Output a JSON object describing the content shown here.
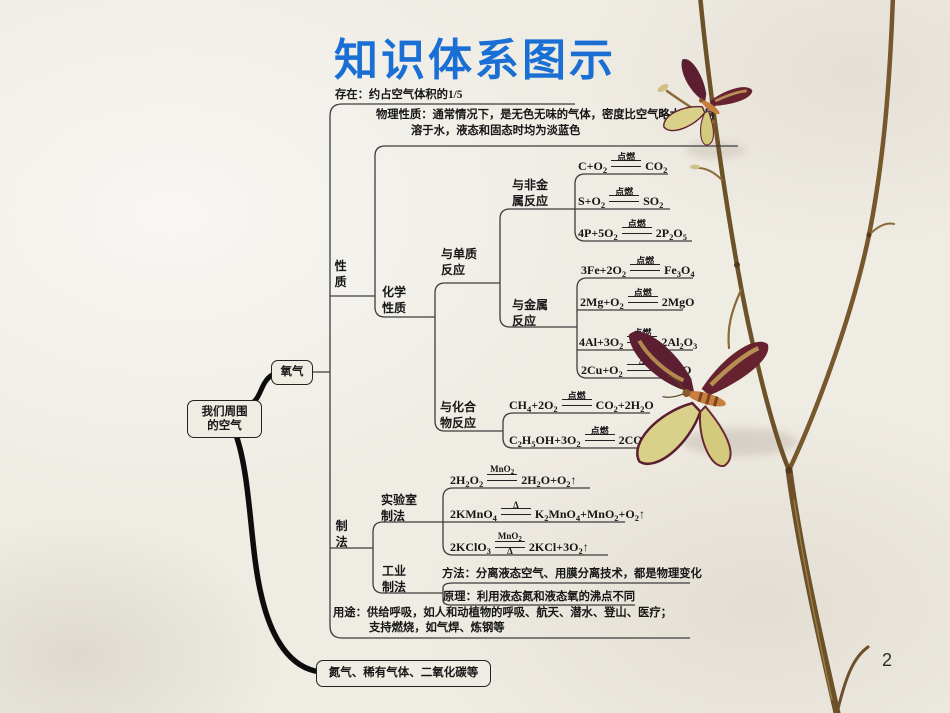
{
  "colors": {
    "title_blue": "#1a6fd4",
    "paper": "#efece4",
    "ink": "#161616",
    "line": "#3c3c3c",
    "branch": "#77572c",
    "wing_dark": "#5c1f31",
    "wing_light": "#d9d189",
    "butterfly_body": "#c87f3e"
  },
  "slide": {
    "title": "知识体系图示",
    "page_number": "2"
  },
  "map": {
    "root": "我们周围的空气",
    "oxygen": "氧气",
    "other_gases": "氮气、稀有气体、二氧化碳等",
    "existence": "存在：约占空气体积的1/5",
    "physical_line1": "物理性质：通常情况下，是无色无味的气体，密度比空气略大，不易",
    "physical_line2": "溶于水，液态和固态时均为淡蓝色",
    "properties": "性质",
    "chemical": "化学性质",
    "with_element": "与单质反应",
    "with_nonmetal": "与非金属反应",
    "with_metal": "与金属反应",
    "with_compound": "与化合物反应",
    "preparation": "制法",
    "lab_method": "实验室制法",
    "industrial_method": "工业制法",
    "industrial_way": "方法：分离液态空气、用膜分离技术，都是物理变化",
    "industrial_principle": "原理：利用液态氮和液态氧的沸点不同",
    "uses_line1": "用途：供给呼吸，如人和动植物的呼吸、航天、潜水、登山、医疗；",
    "uses_line2": "支持燃烧，如气焊、炼钢等",
    "equations": {
      "e_c": {
        "lhs": "C+O_2_",
        "cond_above": "点燃",
        "rhs": "CO_2_"
      },
      "e_s": {
        "lhs": "S+O_2_",
        "cond_above": "点燃",
        "rhs": "SO_2_"
      },
      "e_p": {
        "lhs": "4P+5O_2_",
        "cond_above": "点燃",
        "rhs": "2P_2_O_5_"
      },
      "e_fe": {
        "lhs": "3Fe+2O_2_",
        "cond_above": "点燃",
        "rhs": "Fe_3_O_4_"
      },
      "e_mg": {
        "lhs": "2Mg+O_2_",
        "cond_above": "点燃",
        "rhs": "2MgO"
      },
      "e_al": {
        "lhs": "4Al+3O_2_",
        "cond_above": "点燃",
        "rhs": "2Al_2_O_3_"
      },
      "e_cu": {
        "lhs": "2Cu+O_2_",
        "cond_above": "Δ",
        "rhs": "2CuO"
      },
      "e_ch4": {
        "lhs": "CH_4_+2O_2_",
        "cond_above": "点燃",
        "rhs": "CO_2_+2H_2_O"
      },
      "e_c2h5oh": {
        "lhs": "C_2_H_5_OH+3O_2_",
        "cond_above": "点燃",
        "rhs": "2CO_2_+3H_2_O"
      },
      "e_h2o2": {
        "lhs": "2H_2_O_2_",
        "cond_above": "MnO_2_",
        "rhs": "2H_2_O+O_2_↑"
      },
      "e_kmno4": {
        "lhs": "2KMnO_4_",
        "cond_above": "Δ",
        "rhs": "K_2_MnO_4_+MnO_2_+O_2_↑"
      },
      "e_kclo3": {
        "lhs": "2KClO_3_",
        "cond_above": "MnO_2_",
        "cond_below": "Δ",
        "rhs": "2KCl+3O_2_↑"
      }
    }
  }
}
